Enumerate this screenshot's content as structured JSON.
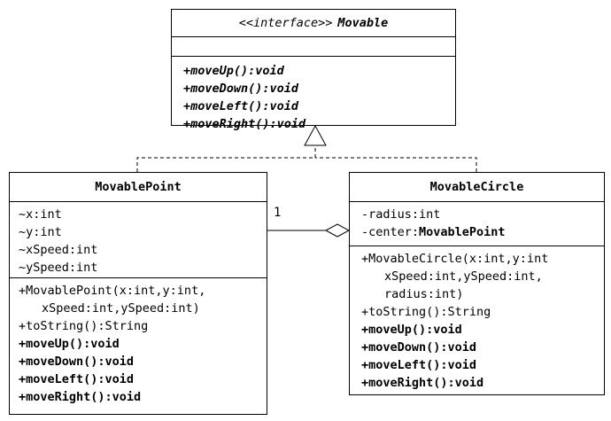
{
  "interface": {
    "stereotype": "<<interface>>",
    "name": "Movable",
    "operations": [
      "+moveUp():void",
      "+moveDown():void",
      "+moveLeft():void",
      "+moveRight():void"
    ]
  },
  "point": {
    "name": "MovablePoint",
    "attributes": [
      "~x:int",
      "~y:int",
      "~xSpeed:int",
      "~ySpeed:int"
    ],
    "constructor": [
      "+MovablePoint(x:int,y:int,",
      "xSpeed:int,ySpeed:int)"
    ],
    "to_string": "+toString():String",
    "operations": [
      "+moveUp():void",
      "+moveDown():void",
      "+moveLeft():void",
      "+moveRight():void"
    ]
  },
  "circle": {
    "name": "MovableCircle",
    "attr_radius": "-radius:int",
    "attr_center_name": "-center:",
    "attr_center_type": "MovablePoint",
    "constructor": [
      "+MovableCircle(x:int,y:int",
      "xSpeed:int,ySpeed:int,",
      "radius:int)"
    ],
    "to_string": "+toString():String",
    "operations": [
      "+moveUp():void",
      "+moveDown():void",
      "+moveLeft():void",
      "+moveRight():void"
    ]
  },
  "aggregation": {
    "multiplicity": "1"
  }
}
